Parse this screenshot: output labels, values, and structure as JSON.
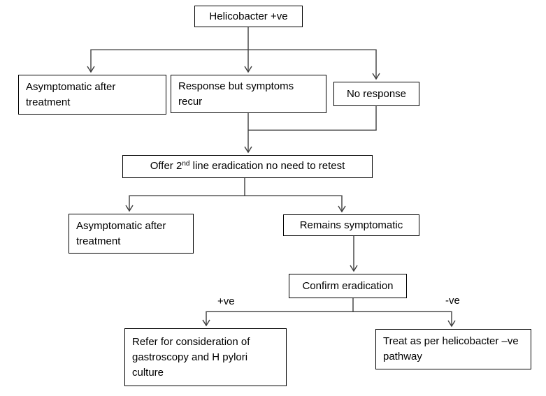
{
  "diagram": {
    "background_color": "#ffffff",
    "line_color": "#3d3d3d",
    "border_color": "#000000",
    "nodes": {
      "helicobacter_positive": "Helicobacter +ve",
      "asymptomatic_after_treatment_1": "Asymptomatic after treatment",
      "response_but_symptoms_recur": "Response but symptoms recur",
      "no_response": "No response",
      "offer_second_line": {
        "prefix": "Offer 2",
        "superscript": "nd",
        "suffix": " line eradication no need to retest"
      },
      "asymptomatic_after_treatment_2": "Asymptomatic after treatment",
      "remains_symptomatic": "Remains symptomatic",
      "confirm_eradication": "Confirm eradication",
      "refer_gastroscopy": "Refer for consideration of gastroscopy and H pylori culture",
      "treat_negative_pathway": "Treat as per helicobacter –ve pathway"
    },
    "edge_labels": {
      "positive": "+ve",
      "negative": "-ve"
    }
  }
}
